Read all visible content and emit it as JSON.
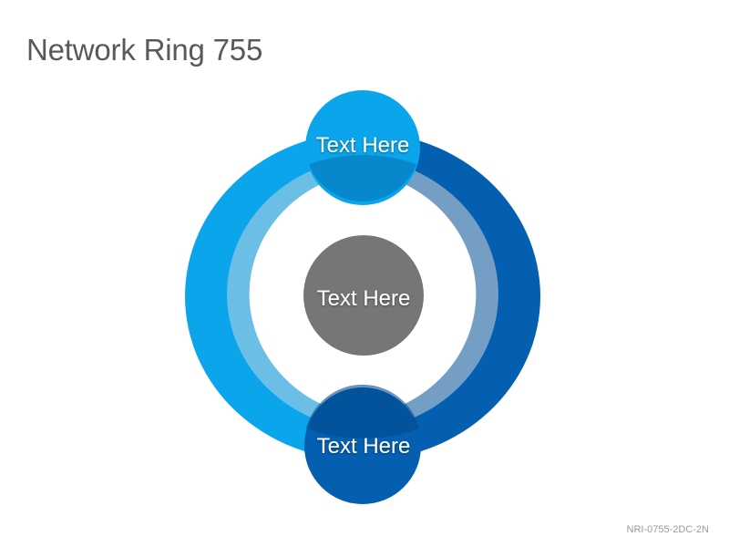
{
  "slide": {
    "title": "Network Ring 755",
    "footer_code": "NRI-0755-2DC-2N"
  },
  "ring": {
    "left_arc_color": "#0ba5ec",
    "right_arc_color": "#045fb0",
    "nodes": {
      "top": {
        "label": "Text Here",
        "color": "#0ba5ec"
      },
      "center": {
        "label": "Text Here",
        "color": "#767676"
      },
      "bottom": {
        "label": "Text Here",
        "color": "#045fb0"
      }
    }
  }
}
